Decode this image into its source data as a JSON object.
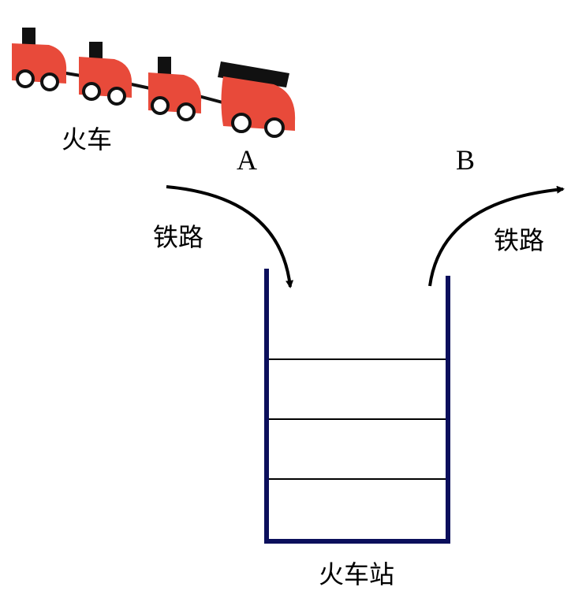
{
  "labels": {
    "train": "火车",
    "entry_point": "A",
    "exit_point": "B",
    "track_left": "铁路",
    "track_right": "铁路",
    "station": "火车站"
  },
  "colors": {
    "train_body": "#e84a3a",
    "train_roof": "#111111",
    "wheel_fill": "#ffffff",
    "station_walls": "#0b0f5c",
    "arrows": "#000000"
  },
  "train": {
    "car_count": 4,
    "wheels_per_car": 2,
    "direction": "moving toward A"
  },
  "station": {
    "slot_count": 4
  }
}
